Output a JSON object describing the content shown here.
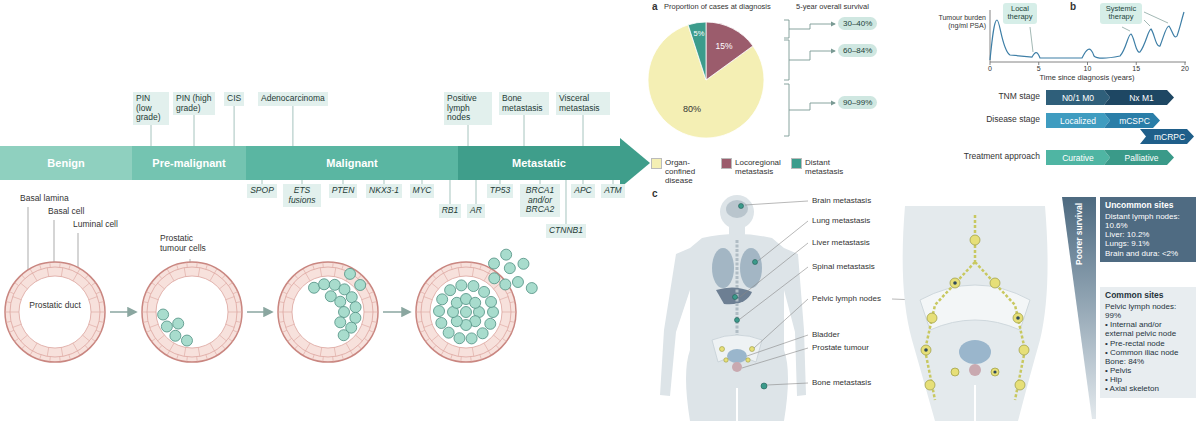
{
  "diagram": {
    "nodes": [
      {
        "text": [
          "PIN (low grade)"
        ]
      },
      {
        "text": [
          "PIN (high grade)"
        ]
      },
      {
        "text": [
          "CIS"
        ]
      },
      {
        "text": [
          "Adenocarcinoma"
        ]
      },
      {
        "text": [
          "Positive lymph nodes"
        ]
      },
      {
        "text": [
          "Bone metastasis"
        ]
      },
      {
        "text": [
          "Visceral metastasis"
        ]
      },
      {
        "text": [
          "Benign"
        ]
      },
      {
        "text": [
          "Pre-malignant"
        ]
      },
      {
        "text": [
          "Malignant"
        ]
      },
      {
        "text": [
          "Metastatic"
        ]
      },
      {
        "text": [
          "SPOP"
        ]
      },
      {
        "text": [
          "ETS fusions"
        ]
      },
      {
        "text": [
          "PTEN"
        ]
      },
      {
        "text": [
          "NKX3-1"
        ]
      },
      {
        "text": [
          "MYC"
        ]
      },
      {
        "text": [
          "RB1"
        ]
      },
      {
        "text": [
          "AR"
        ]
      },
      {
        "text": [
          "TP53"
        ]
      },
      {
        "text": [
          "BRCA1 and/or BRCA2"
        ]
      },
      {
        "text": [
          "CTNNB1"
        ]
      },
      {
        "text": [
          "APC"
        ]
      },
      {
        "text": [
          "ATM"
        ]
      },
      {
        "text": [
          "30–40%"
        ]
      },
      {
        "text": [
          "60–84%"
        ]
      },
      {
        "text": [
          "90–99%"
        ]
      },
      {
        "text": [
          "Local therapy"
        ]
      },
      {
        "text": [
          "Systemic therapy"
        ]
      },
      {
        "text": [
          "N0/1 M0"
        ]
      },
      {
        "text": [
          "Nx M1"
        ]
      },
      {
        "text": [
          "Localized"
        ]
      },
      {
        "text": [
          "mCSPC"
        ]
      },
      {
        "text": [
          "mCRPC"
        ]
      },
      {
        "text": [
          "Curative"
        ]
      },
      {
        "text": [
          "Palliative"
        ]
      },
      {
        "text": [
          "Poorer survival"
        ]
      },
      {
        "text": [
          "Uncommon sites",
          "Distant lymph nodes: 10.6%",
          "Liver: 10.2%",
          "Lungs: 9.1%",
          "Brain and dura: <2%"
        ]
      },
      {
        "text": [
          "Common sites",
          "Pelvic lymph nodes: 99%",
          "• Internal and/or external pelvic node",
          "• Pre-rectal node",
          "• Common iliac node",
          "Bone: 84%",
          "• Pelvis",
          "• Hip",
          "• Axial skeleton"
        ]
      }
    ],
    "labels": [
      "a",
      "Proportion of cases at diagnosis",
      "5-year overall survival",
      "80%",
      "15%",
      "5%",
      "b",
      "Tumour burden (ng/ml PSA)",
      "0",
      "5",
      "10",
      "15",
      "20",
      "Time since diagnosis (years)",
      "TNM stage",
      "Disease stage",
      "Treatment approach",
      "c",
      "Basal lamina",
      "Basal cell",
      "Luminal cell",
      "Prostatic duct",
      "Prostatic tumour cells",
      "Brain metastasis",
      "Lung metastasis",
      "Liver metastasis",
      "Spinal metastasis",
      "Pelvic lymph nodes",
      "Bladder",
      "Prostate tumour",
      "Bone metastasis"
    ],
    "legend": [
      {
        "text": "Organ-confined disease",
        "color": "#f4efb4"
      },
      {
        "text": "Locoregional metastasis",
        "color": "#9b5c6c"
      },
      {
        "text": "Distant metastasis",
        "color": "#3c9c8c"
      }
    ]
  }
}
